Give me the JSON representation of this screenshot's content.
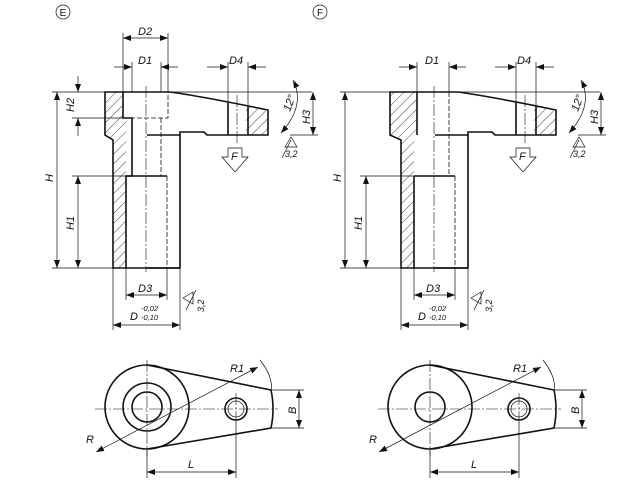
{
  "views": {
    "E": {
      "label": "E"
    },
    "F": {
      "label": "F"
    }
  },
  "dims": {
    "D": "D",
    "D_upper": "-0,02",
    "D_lower": "-0,10",
    "D1": "D1",
    "D2": "D2",
    "D3": "D3",
    "D4": "D4",
    "H": "H",
    "H1": "H1",
    "H2": "H2",
    "H3": "H3",
    "angle": "12°",
    "force": "F",
    "roughness": "3,2",
    "R": "R",
    "R1": "R1",
    "B": "B",
    "L": "L"
  }
}
